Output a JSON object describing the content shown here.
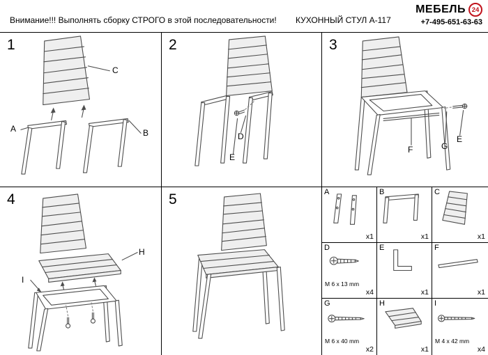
{
  "header": {
    "warning": "Внимание!!! Выполнять сборку СТРОГО в этой последовательности!",
    "title": "КУХОННЫЙ СТУЛ А-117",
    "brand": "МЕБЕЛЬ",
    "brand_badge": "24",
    "phone": "+7-495-651-63-63"
  },
  "steps": [
    {
      "number": "1",
      "labels": [
        "A",
        "B",
        "C"
      ]
    },
    {
      "number": "2",
      "labels": [
        "D",
        "E"
      ]
    },
    {
      "number": "3",
      "labels": [
        "F",
        "G",
        "E"
      ]
    },
    {
      "number": "4",
      "labels": [
        "H",
        "I"
      ]
    },
    {
      "number": "5",
      "labels": []
    }
  ],
  "parts": [
    {
      "letter": "A",
      "qty": "x1",
      "size": ""
    },
    {
      "letter": "B",
      "qty": "x1",
      "size": ""
    },
    {
      "letter": "C",
      "qty": "x1",
      "size": ""
    },
    {
      "letter": "D",
      "qty": "x4",
      "size": "M 6 x 13 mm"
    },
    {
      "letter": "E",
      "qty": "x1",
      "size": ""
    },
    {
      "letter": "F",
      "qty": "x1",
      "size": ""
    },
    {
      "letter": "G",
      "qty": "x2",
      "size": "M 6 x 40 mm"
    },
    {
      "letter": "H",
      "qty": "x1",
      "size": ""
    },
    {
      "letter": "I",
      "qty": "x4",
      "size": "M 4 x 42 mm"
    }
  ]
}
